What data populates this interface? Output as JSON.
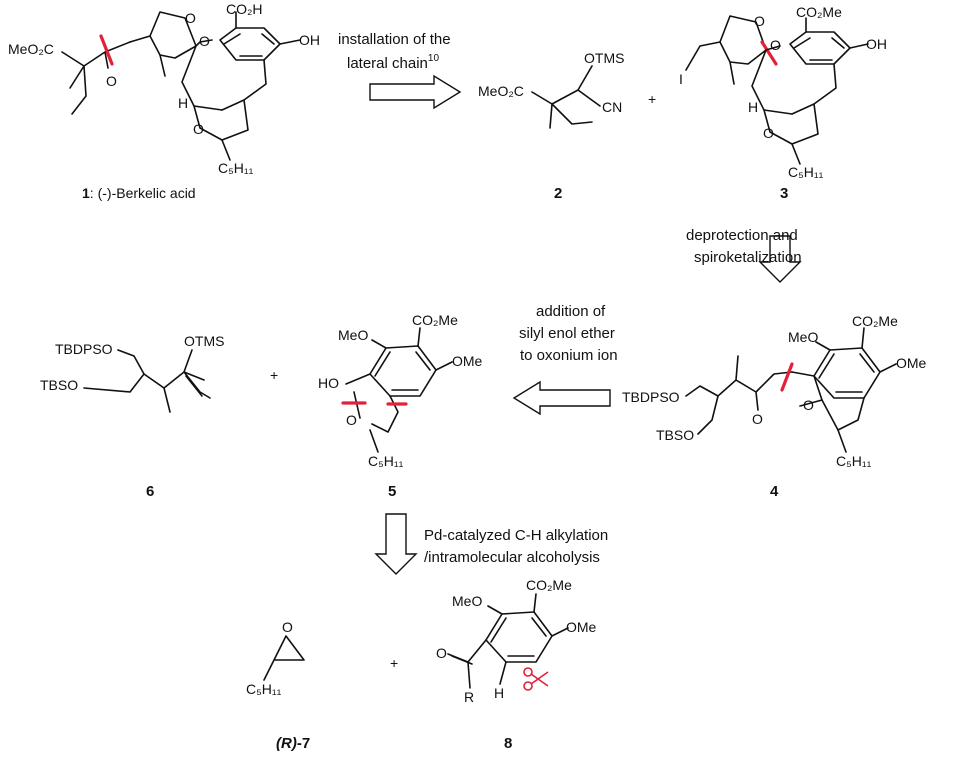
{
  "compounds": {
    "c1": {
      "number": "1",
      "name": ": (-)-Berkelic acid",
      "labels": {
        "ester": "MeO₂C",
        "acid": "CO₂H",
        "oh": "OH",
        "o_ketone": "O",
        "o_ring": "O",
        "o_spiro": "O",
        "o_pyran": "O",
        "h": "H",
        "c5": "C₅H₁₁"
      }
    },
    "c2": {
      "number": "2",
      "labels": {
        "ester": "MeO₂C",
        "otms": "OTMS",
        "cn": "CN"
      }
    },
    "c3": {
      "number": "3",
      "labels": {
        "iodo": "I",
        "ester": "CO₂Me",
        "oh": "OH",
        "o_ring": "O",
        "o_spiro": "O",
        "o_pyran": "O",
        "h": "H",
        "c5": "C₅H₁₁"
      }
    },
    "c4": {
      "number": "4",
      "labels": {
        "tbdpso": "TBDPSO",
        "tbso": "TBSO",
        "o_ketone": "O",
        "ome1": "MeO",
        "ester": "CO₂Me",
        "ome2": "OMe",
        "o_pyran": "O",
        "c5": "C₅H₁₁"
      }
    },
    "c5": {
      "number": "5",
      "labels": {
        "ome1": "MeO",
        "ester": "CO₂Me",
        "ome2": "OMe",
        "ho": "HO",
        "o": "O",
        "c5": "C₅H₁₁"
      }
    },
    "c6": {
      "number": "6",
      "labels": {
        "tbdpso": "TBDPSO",
        "tbso": "TBSO",
        "otms": "OTMS"
      }
    },
    "c7": {
      "number": "-7",
      "prefix": "(R)",
      "labels": {
        "o": "O",
        "c5": "C₅H₁₁"
      }
    },
    "c8": {
      "number": "8",
      "labels": {
        "ome1": "MeO",
        "ester": "CO₂Me",
        "ome2": "OMe",
        "o": "O",
        "r": "R",
        "h": "H"
      }
    }
  },
  "steps": {
    "s1": {
      "line1": "installation of the",
      "line2": "lateral chain",
      "ref": "10"
    },
    "s2": {
      "line1": "deprotection  and",
      "line2": "spiroketalization"
    },
    "s3": {
      "line1": "addition  of",
      "line2": "silyl enol ether",
      "line3": "to oxonium ion"
    },
    "s4": {
      "line1": "Pd-catalyzed C-H alkylation",
      "line2": "/intramolecular alcoholysis"
    }
  },
  "plus": "+"
}
